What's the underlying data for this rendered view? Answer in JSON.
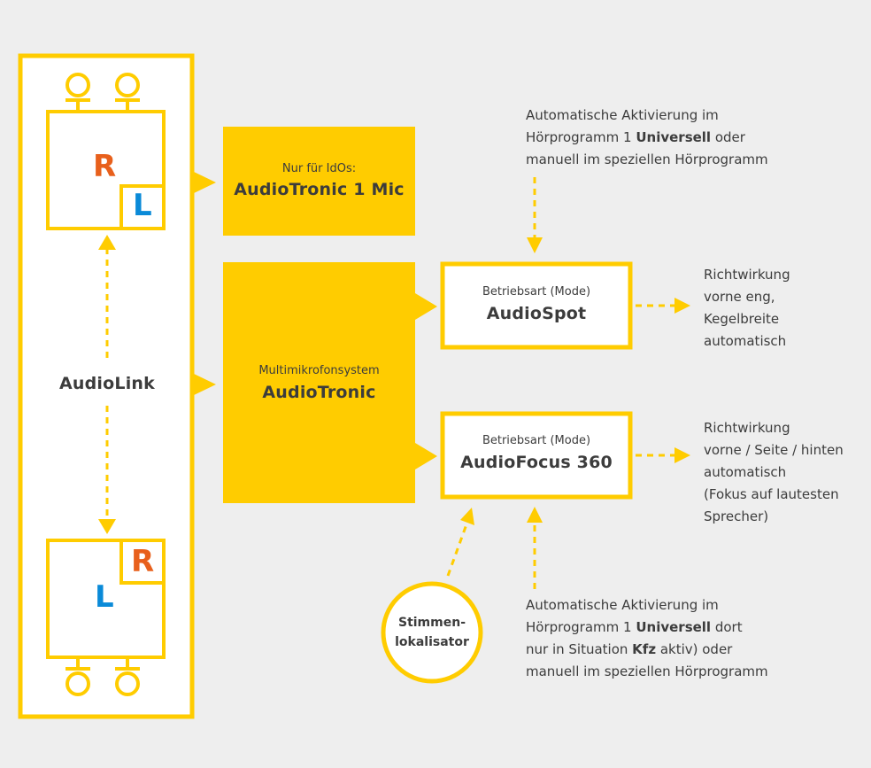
{
  "colors": {
    "background": "#eeeeee",
    "yellow": "#ffcc00",
    "r_orange": "#e8601c",
    "l_blue": "#0a8ad8",
    "text": "#3c3c3c"
  },
  "hearing_aids": {
    "top": {
      "big_letter": "R",
      "small_letter": "L"
    },
    "bottom": {
      "big_letter": "L",
      "small_letter": "R"
    },
    "link_label": "AudioLink"
  },
  "audiotronic_1mic": {
    "subtitle": "Nur für IdOs:",
    "title": "AudioTronic 1 Mic"
  },
  "audiotronic": {
    "subtitle": "Multimikrofonsystem",
    "title": "AudioTronic"
  },
  "audiospot": {
    "subtitle": "Betriebsart (Mode)",
    "title": "AudioSpot",
    "result": [
      "Richtwirkung",
      "vorne eng,",
      "Kegelbreite",
      "automatisch"
    ]
  },
  "audiofocus": {
    "subtitle": "Betriebsart (Mode)",
    "title": "AudioFocus 360",
    "result": [
      "Richtwirkung",
      "vorne / Seite / hinten",
      "automatisch",
      "(Fokus auf lautesten",
      "Sprecher)"
    ]
  },
  "note_top": {
    "line1": "Automatische Aktivierung im",
    "line2_pre": "Hörprogramm 1 ",
    "line2_bold": "Universell",
    "line2_post": " oder",
    "line3": "manuell im speziellen Hörprogramm"
  },
  "note_bottom": {
    "line1": "Automatische Aktivierung im",
    "line2_pre": "Hörprogramm 1 ",
    "line2_bold": "Universell",
    "line2_post": " dort",
    "line3_pre": "nur in Situation ",
    "line3_bold": "Kfz",
    "line3_post": " aktiv) oder",
    "line4": "manuell im speziellen Hörprogramm"
  },
  "localizer": {
    "line1": "Stimmen-",
    "line2": "lokalisator"
  }
}
